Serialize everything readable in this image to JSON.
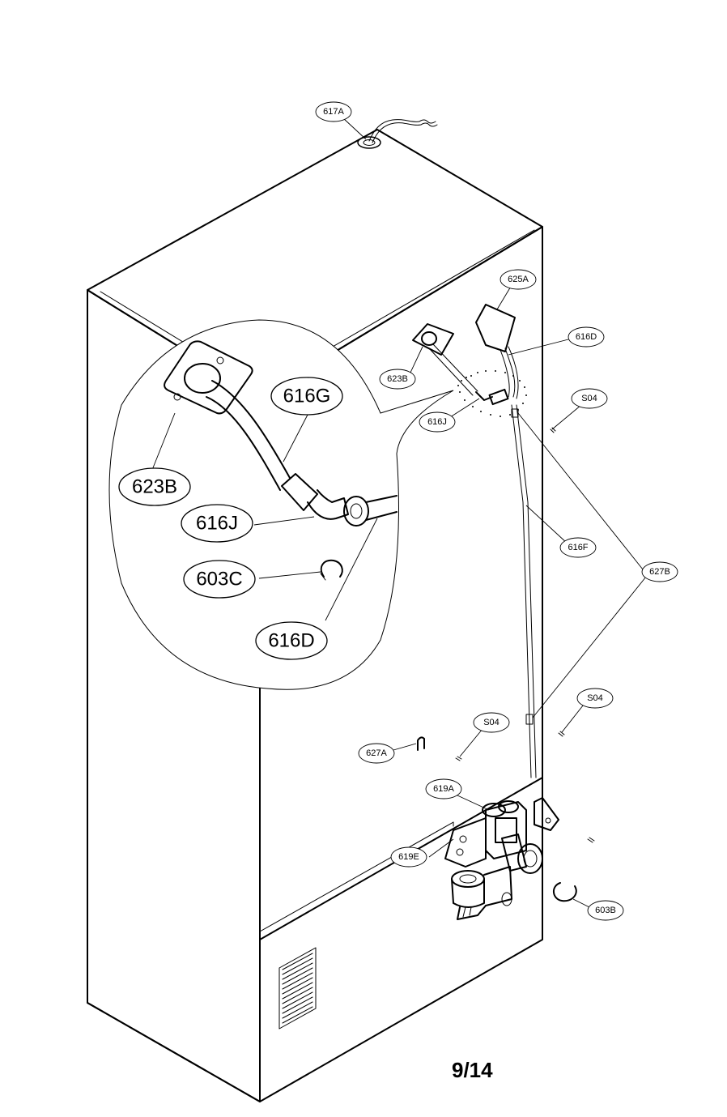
{
  "labels": {
    "l617A": "617A",
    "l625A": "625A",
    "l616D_top": "616D",
    "l623B_small": "623B",
    "l616J_small": "616J",
    "lS04_a": "S04",
    "l616F": "616F",
    "l627B": "627B",
    "lS04_b": "S04",
    "lS04_c": "S04",
    "l627A": "627A",
    "l619A": "619A",
    "l619E": "619E",
    "l603B": "603B"
  },
  "detail_labels": {
    "l616G": "616G",
    "l623B": "623B",
    "l616J": "616J",
    "l603C": "603C",
    "l616D": "616D"
  },
  "page_number": "9/14"
}
